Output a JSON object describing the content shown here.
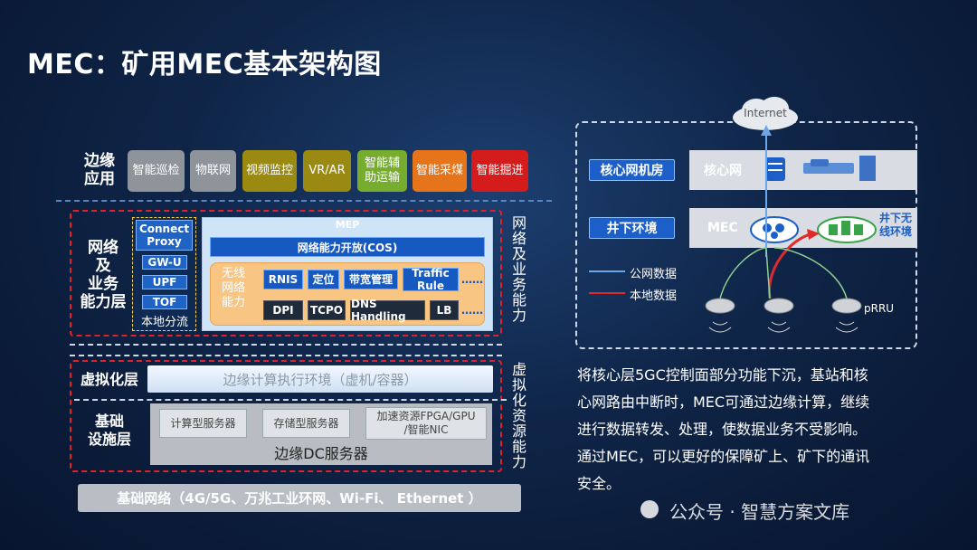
{
  "title": "MEC：矿用MEC基本架构图",
  "left": {
    "app_layer_label": "边缘\n应用",
    "apps": [
      {
        "label": "智能巡检",
        "color": "#8f949b"
      },
      {
        "label": "物联网",
        "color": "#8f949b"
      },
      {
        "label": "视频监控",
        "color": "#9a8a12"
      },
      {
        "label": "VR/AR",
        "color": "#9a8a12"
      },
      {
        "label": "智能辅\n助运输",
        "color": "#77ad2f"
      },
      {
        "label": "智能采煤",
        "color": "#e6741a"
      },
      {
        "label": "智能掘进",
        "color": "#d51c1c"
      }
    ],
    "network_layer_label": "网络\n及\n业务\n能力层",
    "proxy": {
      "title": "Connect\nProxy",
      "items": [
        "GW-U",
        "UPF",
        "TOF"
      ],
      "footer": "本地分流"
    },
    "mep": {
      "label": "MEP",
      "cos": "网络能力开放(COS)",
      "wireless": "无线\n网络\n能力",
      "row1": [
        "RNIS",
        "定位",
        "带宽管理",
        "Traffic\nRule"
      ],
      "row2": [
        "DPI",
        "TCPO",
        "DNS Handling",
        "LB"
      ],
      "ellipsis": "……"
    },
    "right_label_1": "网络及业务能力",
    "virt_label": "虚拟化层",
    "virt_env": "边缘计算执行环境（虚机/容器）",
    "infra_label": "基础\n设施层",
    "servers": [
      "计算型服务器",
      "存储型服务器",
      "加速资源FPGA/GPU\n/智能NIC"
    ],
    "dc_label": "边缘DC服务器",
    "right_label_2": "虚拟化资源能力",
    "base_network": "基础网络（4G/5G、万兆工业环网、Wi-Fi、 Ethernet ）"
  },
  "right": {
    "internet": "Internet",
    "core_room": "核心网机房",
    "core_net": "核心网",
    "underground": "井下环境",
    "mec": "MEC",
    "wireless_ring": "井下无\n线环境",
    "legend_public": "公网数据",
    "legend_local": "本地数据",
    "legend_public_color": "#6aa6e8",
    "legend_local_color": "#e02a2a",
    "prru": "pRRU"
  },
  "description": "将核心层5GC控制面部分功能下沉，基站和核心网路由中断时，MEC可通过边缘计算，继续进行数据转发、处理，使数据业务不受影响。通过MEC，可以更好的保障矿上、矿下的通讯安全。",
  "description_lines": [
    "将核心层5GC控制面部分功能下沉，基站和核",
    "心网路由中断时，MEC可通过边缘计算，继续",
    "进行数据转发、处理，使数据业务不受影响。",
    "通过MEC，可以更好的保障矿上、矿下的通讯",
    "安全。"
  ],
  "watermark": "公众号 · 智慧方案文库"
}
